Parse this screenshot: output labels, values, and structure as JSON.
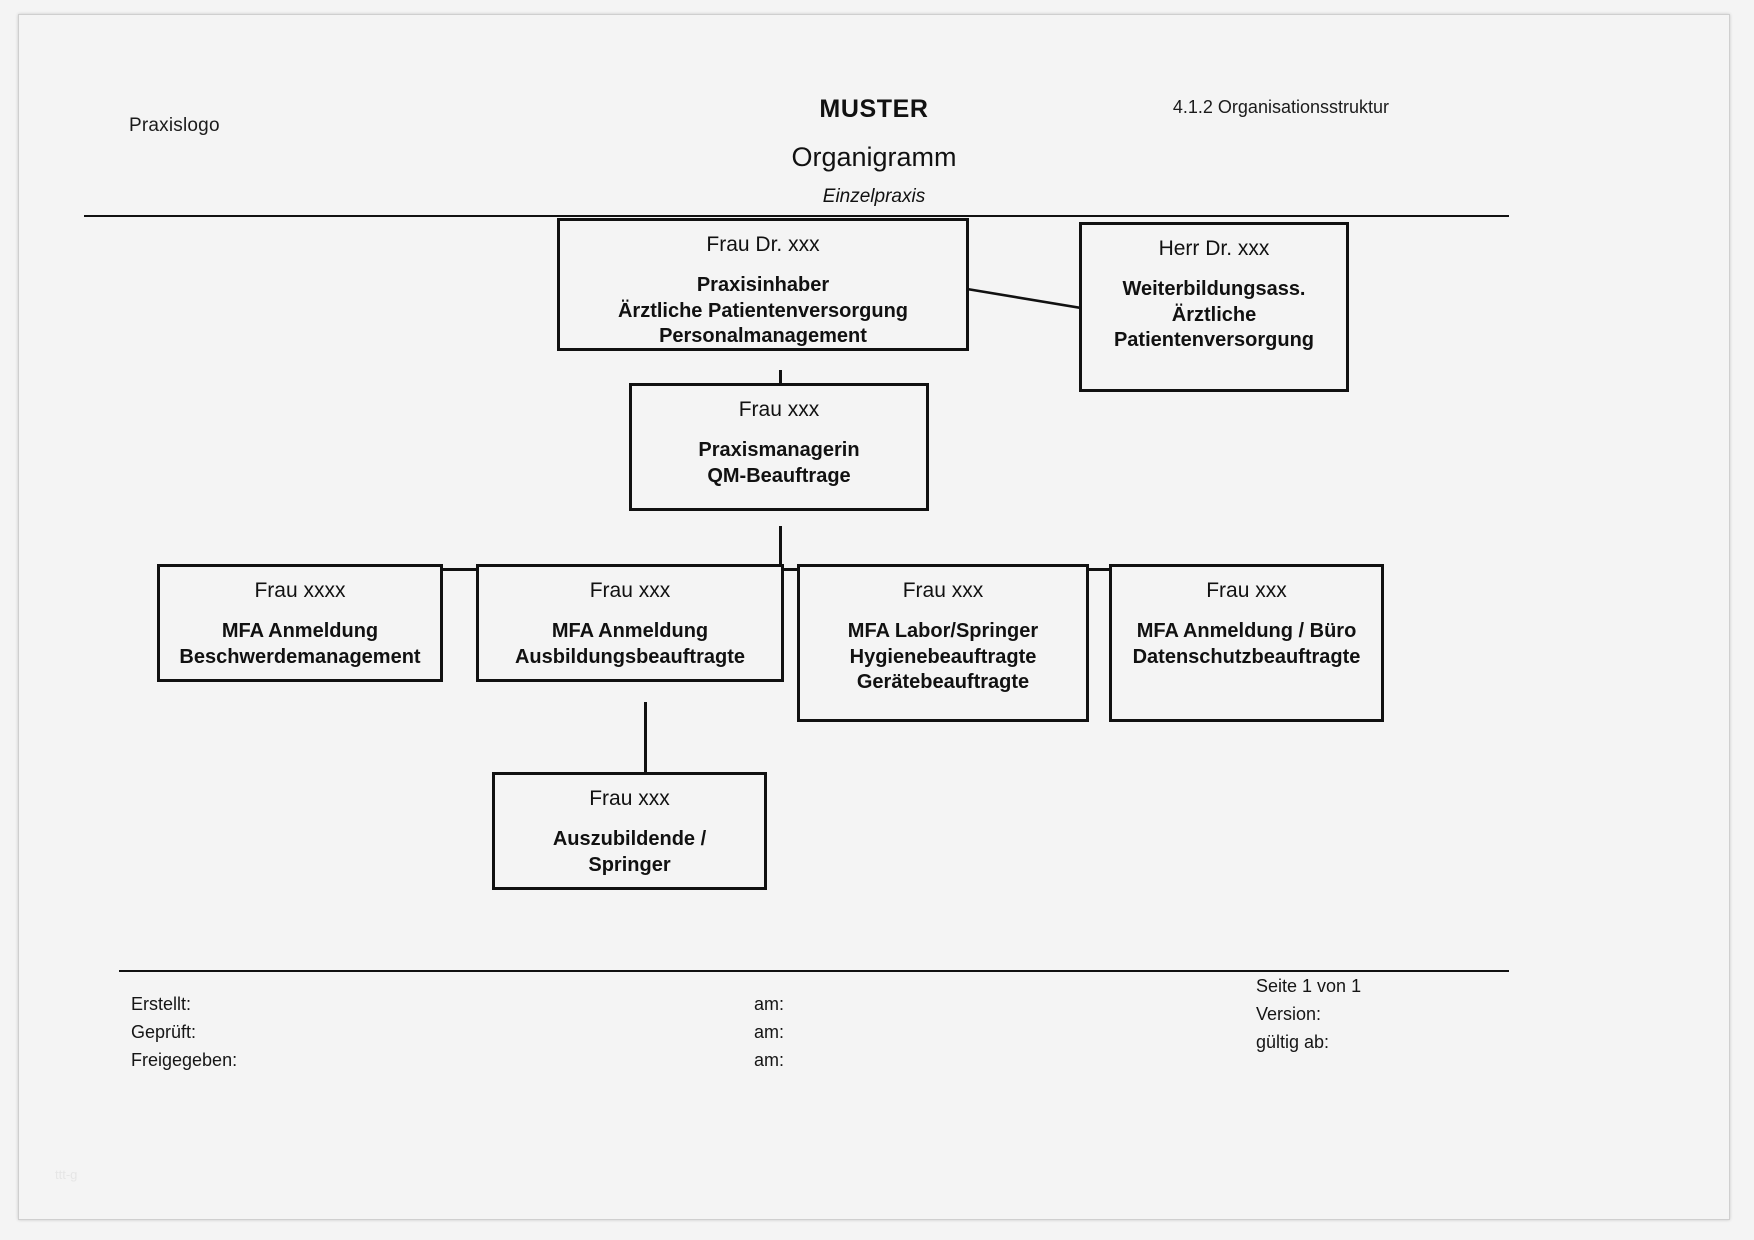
{
  "header": {
    "logo_label": "Praxislogo",
    "muster": "MUSTER",
    "doc_code": "4.1.2 Organisationsstruktur",
    "title": "Organigramm",
    "subtitle": "Einzelpraxis"
  },
  "chart_data": {
    "type": "org-chart",
    "title": "Organigramm",
    "subtitle": "Einzelpraxis",
    "nodes": [
      {
        "id": "praxisinhaber",
        "person": "Frau Dr. xxx",
        "roles": [
          "Praxisinhaber",
          "Ärztliche Patientenversorgung",
          "Personalmanagement"
        ],
        "level": 0
      },
      {
        "id": "weiterbildungsass",
        "person": "Herr Dr. xxx",
        "roles": [
          "Weiterbildungsass.",
          "Ärztliche",
          "Patientenversorgung"
        ],
        "level": 0
      },
      {
        "id": "praxismanagerin",
        "person": "Frau xxx",
        "roles": [
          "Praxismanagerin",
          "QM-Beauftrage"
        ],
        "level": 1
      },
      {
        "id": "mfa-anmeldung-beschwerde",
        "person": "Frau xxxx",
        "roles": [
          "MFA Anmeldung",
          "Beschwerdemanagement"
        ],
        "level": 2
      },
      {
        "id": "mfa-anmeldung-ausbildung",
        "person": "Frau xxx",
        "roles": [
          "MFA Anmeldung",
          "Ausbildungsbeauftragte"
        ],
        "level": 2
      },
      {
        "id": "mfa-labor-springer",
        "person": "Frau xxx",
        "roles": [
          "MFA Labor/Springer",
          "Hygienebeauftragte",
          "Gerätebeauftragte"
        ],
        "level": 2
      },
      {
        "id": "mfa-anmeldung-buero",
        "person": "Frau xxx",
        "roles": [
          "MFA Anmeldung / Büro",
          "Datenschutzbeauftragte"
        ],
        "level": 2
      },
      {
        "id": "auszubildende",
        "person": "Frau xxx",
        "roles": [
          "Auszubildende /",
          "Springer"
        ],
        "level": 3
      }
    ],
    "edges": [
      {
        "from": "praxisinhaber",
        "to": "weiterbildungsass",
        "style": "diagonal"
      },
      {
        "from": "praxisinhaber",
        "to": "praxismanagerin",
        "style": "orthogonal"
      },
      {
        "from": "praxismanagerin",
        "to": "mfa-anmeldung-beschwerde",
        "style": "orthogonal"
      },
      {
        "from": "praxismanagerin",
        "to": "mfa-anmeldung-ausbildung",
        "style": "orthogonal"
      },
      {
        "from": "praxismanagerin",
        "to": "mfa-labor-springer",
        "style": "orthogonal"
      },
      {
        "from": "praxismanagerin",
        "to": "mfa-anmeldung-buero",
        "style": "orthogonal"
      },
      {
        "from": "mfa-anmeldung-ausbildung",
        "to": "auszubildende",
        "style": "orthogonal"
      }
    ],
    "colors": {
      "line": "#111111",
      "box_fill": "#f4f4f4",
      "box_border": "#111111",
      "text": "#111111"
    }
  },
  "footer": {
    "erstellt_label": "Erstellt:",
    "geprueft_label": "Geprüft:",
    "freigegeben_label": "Freigegeben:",
    "am_label_1": "am:",
    "am_label_2": "am:",
    "am_label_3": "am:",
    "seite": "Seite 1 von 1",
    "version_label": "Version:",
    "gueltig_label": "gültig ab:"
  },
  "watermark": "ttt-g"
}
